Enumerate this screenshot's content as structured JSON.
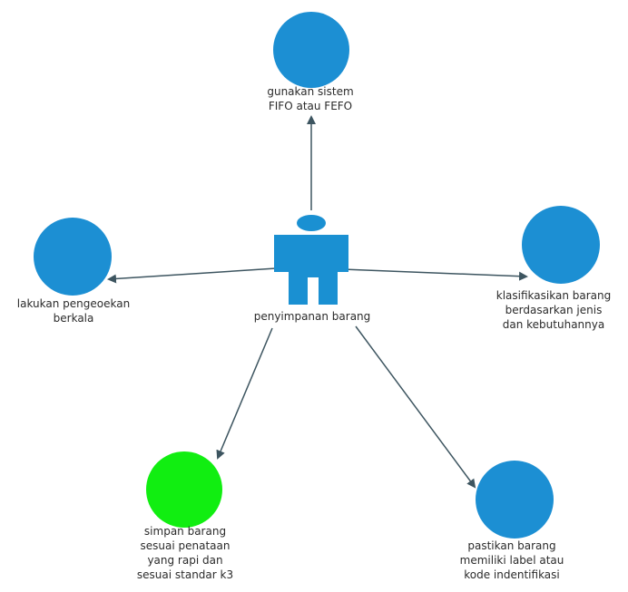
{
  "diagram": {
    "center": {
      "label": "penyimpanan barang",
      "icon": "person-icon",
      "color": "#1a90d2"
    },
    "nodes": [
      {
        "id": "fifo",
        "lines": [
          "gunakan sistem",
          "FIFO atau FEFO"
        ],
        "color": "#1c8fd3"
      },
      {
        "id": "pengecekan",
        "lines": [
          "lakukan pengeoekan",
          "berkala"
        ],
        "color": "#1c8fd3"
      },
      {
        "id": "klasifikasi",
        "lines": [
          "klasifikasikan barang",
          "berdasarkan jenis",
          "dan kebutuhannya"
        ],
        "color": "#1c8fd3"
      },
      {
        "id": "simpan",
        "lines": [
          "simpan barang",
          "sesuai penataan",
          "yang rapi dan",
          "sesuai standar k3"
        ],
        "color": "#11ee11"
      },
      {
        "id": "label",
        "lines": [
          "pastikan barang",
          "memiliki label atau",
          "kode indentifikasi"
        ],
        "color": "#1c8fd3"
      }
    ],
    "edge_color": "#3d5560"
  }
}
